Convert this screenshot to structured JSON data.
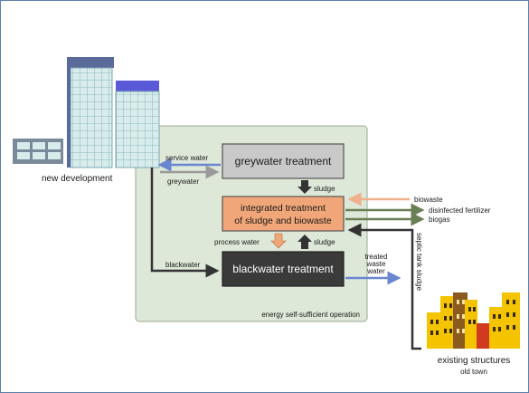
{
  "colors": {
    "frame_border": "#5a7fa8",
    "operation_box_fill": "#dde8d8",
    "greywater_box_fill": "#c9c9c9",
    "integrated_box_fill": "#f0a678",
    "blackwater_box_fill": "#3a3a3a",
    "arrow_blue": "#6a86d0",
    "arrow_grey": "#9a9a9a",
    "arrow_dark": "#333333",
    "arrow_green": "#6a7f55",
    "arrow_orange": "#f0b08a",
    "building_tall": "#5a6a9a",
    "building_blue": "#5a5ad8",
    "building_glass": "#d8ecec",
    "old_town_yellow": "#f5c400",
    "old_town_brown": "#8a5a1e",
    "old_town_red": "#d03a20"
  },
  "labels": {
    "new_development": "new development",
    "existing_structures": "existing structures",
    "old_town": "old town",
    "greywater_treatment": "greywater treatment",
    "integrated_line1": "integrated treatment",
    "integrated_line2": "of sludge and biowaste",
    "blackwater_treatment": "blackwater treatment",
    "energy_operation": "energy self-sufficient operation"
  },
  "flows": {
    "service_water": "service water",
    "greywater": "greywater",
    "sludge_top": "sludge",
    "sludge_bottom": "sludge",
    "process_water": "process water",
    "blackwater": "blackwater",
    "biowaste": "biowaste",
    "disinfected_fertilizer": "disinfected fertilizer",
    "biogas": "biogas",
    "treated_line1": "treated",
    "treated_line2": "waste",
    "treated_line3": "water",
    "septic_tank_sludge": "septic tank sludge"
  }
}
